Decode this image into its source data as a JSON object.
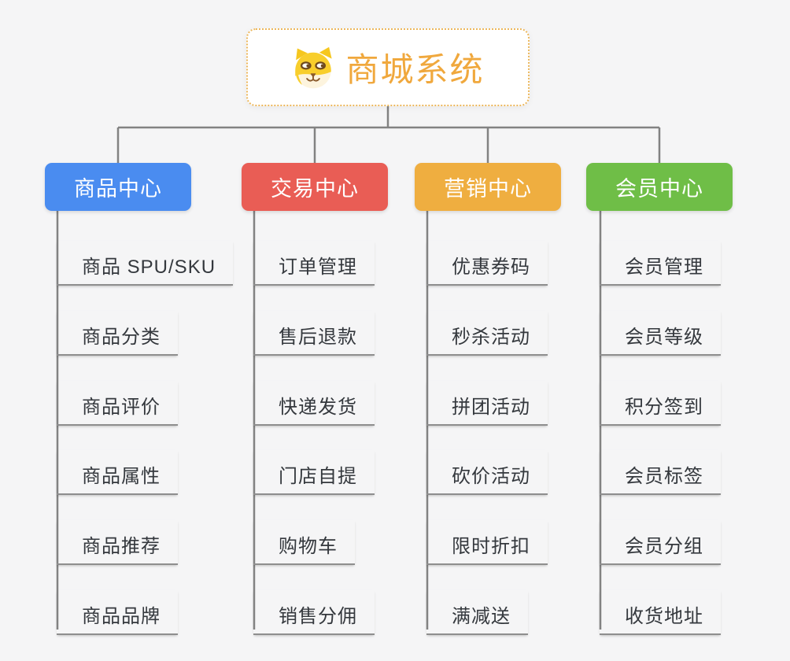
{
  "root": {
    "title": "商城系统",
    "icon": "shiba-dog-icon",
    "title_color": "#f0a83d",
    "border_color": "#ecb75c"
  },
  "branches": [
    {
      "label": "商品中心",
      "color": "#4a8cf0",
      "children": [
        "商品 SPU/SKU",
        "商品分类",
        "商品评价",
        "商品属性",
        "商品推荐",
        "商品品牌"
      ]
    },
    {
      "label": "交易中心",
      "color": "#e95d55",
      "children": [
        "订单管理",
        "售后退款",
        "快递发货",
        "门店自提",
        "购物车",
        "销售分佣"
      ]
    },
    {
      "label": "营销中心",
      "color": "#efae40",
      "children": [
        "优惠券码",
        "秒杀活动",
        "拼团活动",
        "砍价活动",
        "限时折扣",
        "满减送"
      ]
    },
    {
      "label": "会员中心",
      "color": "#6fbe47",
      "children": [
        "会员管理",
        "会员等级",
        "积分签到",
        "会员标签",
        "会员分组",
        "收货地址"
      ]
    }
  ],
  "connector_color": "#828282",
  "underline_color": "#8e8e8e",
  "child_text_color": "#34383d",
  "background_color": "#f5f5f6"
}
